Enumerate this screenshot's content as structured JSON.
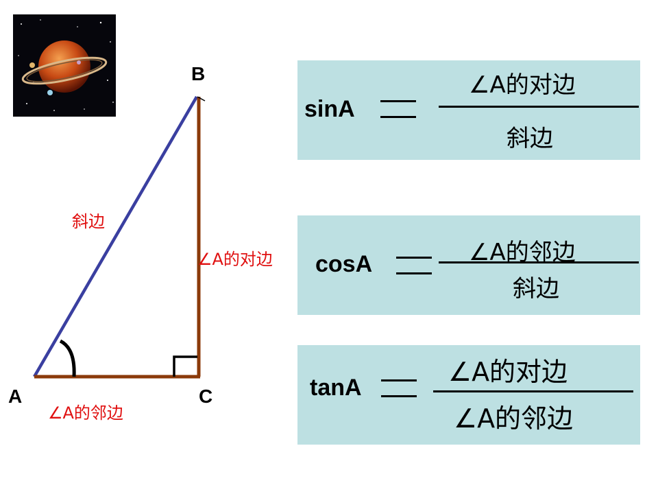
{
  "vertices": {
    "a": "A",
    "b": "B",
    "c": "C"
  },
  "sides": {
    "hypotenuse": "斜边",
    "opposite": "∠A的对边",
    "adjacent": "∠A的邻边"
  },
  "colors": {
    "hypotenuse_line": "#3a3fa0",
    "leg_line": "#8b3a0a",
    "label_red": "#e01010",
    "formula_box": "#bde0e2"
  },
  "formulas": [
    {
      "name": "sinA",
      "numerator": "∠A的对边",
      "denominator": "斜边"
    },
    {
      "name": "cosA",
      "numerator": "∠A的邻边",
      "denominator": "斜边"
    },
    {
      "name": "tanA",
      "numerator": "∠A的对边",
      "denominator": "∠A的邻边"
    }
  ]
}
